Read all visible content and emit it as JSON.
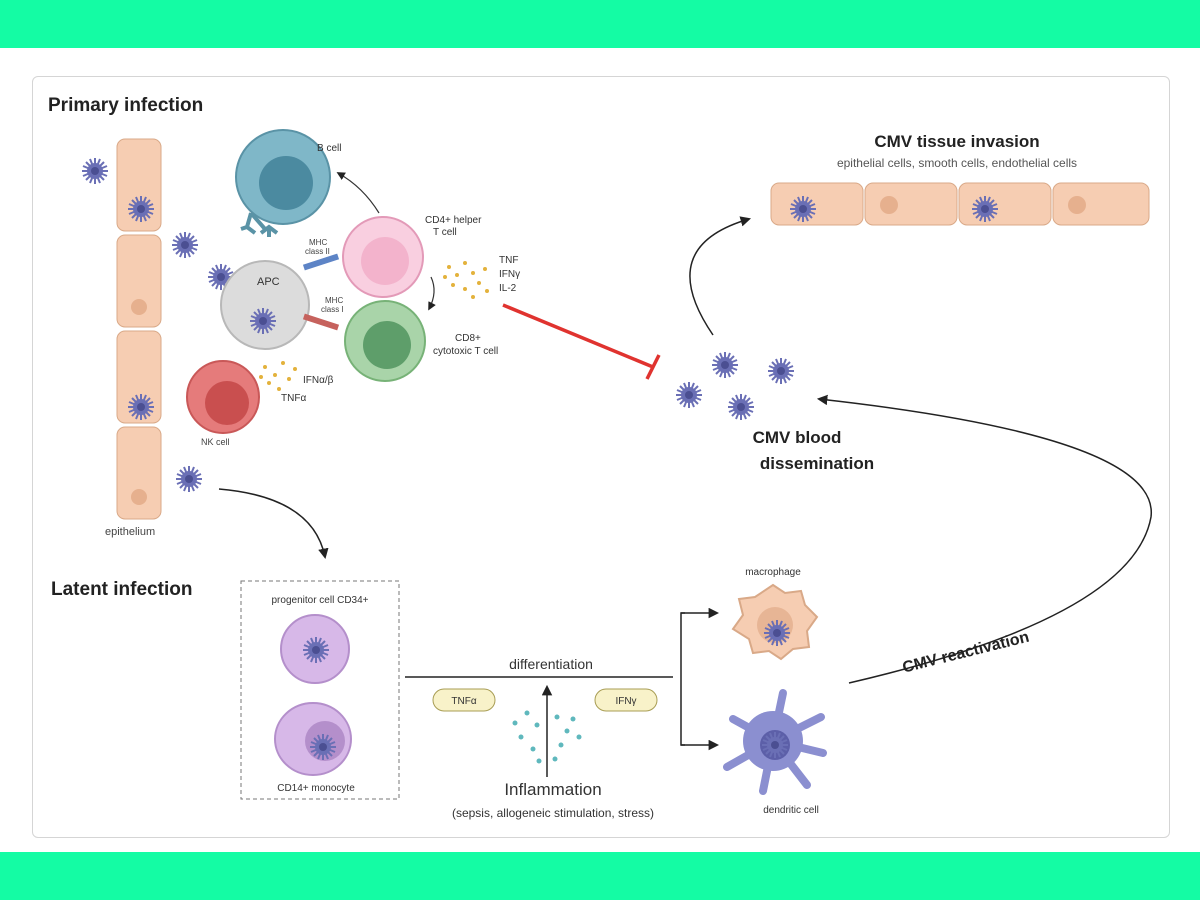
{
  "colors": {
    "band": "#14fca4",
    "virus": "#6a6fb5",
    "inhibit": "#e0332f",
    "epithelium": "#f6cdb2"
  },
  "primary": {
    "title": "Primary infection",
    "b_cell": "B cell",
    "cd4_l1": "CD4+ helper",
    "cd4_l2": "T cell",
    "mhc2_l1": "MHC",
    "mhc2_l2": "class II",
    "mhc1_l1": "MHC",
    "mhc1_l2": "class I",
    "apc": "APC",
    "cyt1": "TNF",
    "cyt2": "IFNγ",
    "cyt3": "IL-2",
    "cd8_l1": "CD8+",
    "cd8_l2": "cytotoxic T cell",
    "ifn": "IFNα/β",
    "tnfa": "TNFα",
    "nk": "NK cell",
    "epithelium": "epithelium"
  },
  "tissue": {
    "title": "CMV tissue invasion",
    "subtitle": "epithelial cells, smooth cells, endothelial cells"
  },
  "blood": {
    "line1": "CMV blood",
    "line2": "dissemination"
  },
  "latent": {
    "title": "Latent infection",
    "progenitor": "progenitor cell CD34+",
    "monocyte": "CD14+ monocyte",
    "differentiation": "differentiation",
    "tnf": "TNFα",
    "ifn": "IFNγ",
    "inflammation": "Inflammation",
    "inflammation_sub": "(sepsis, allogeneic stimulation, stress)",
    "macrophage": "macrophage",
    "dendritic": "dendritic cell",
    "reactivation": "CMV reactivation"
  }
}
